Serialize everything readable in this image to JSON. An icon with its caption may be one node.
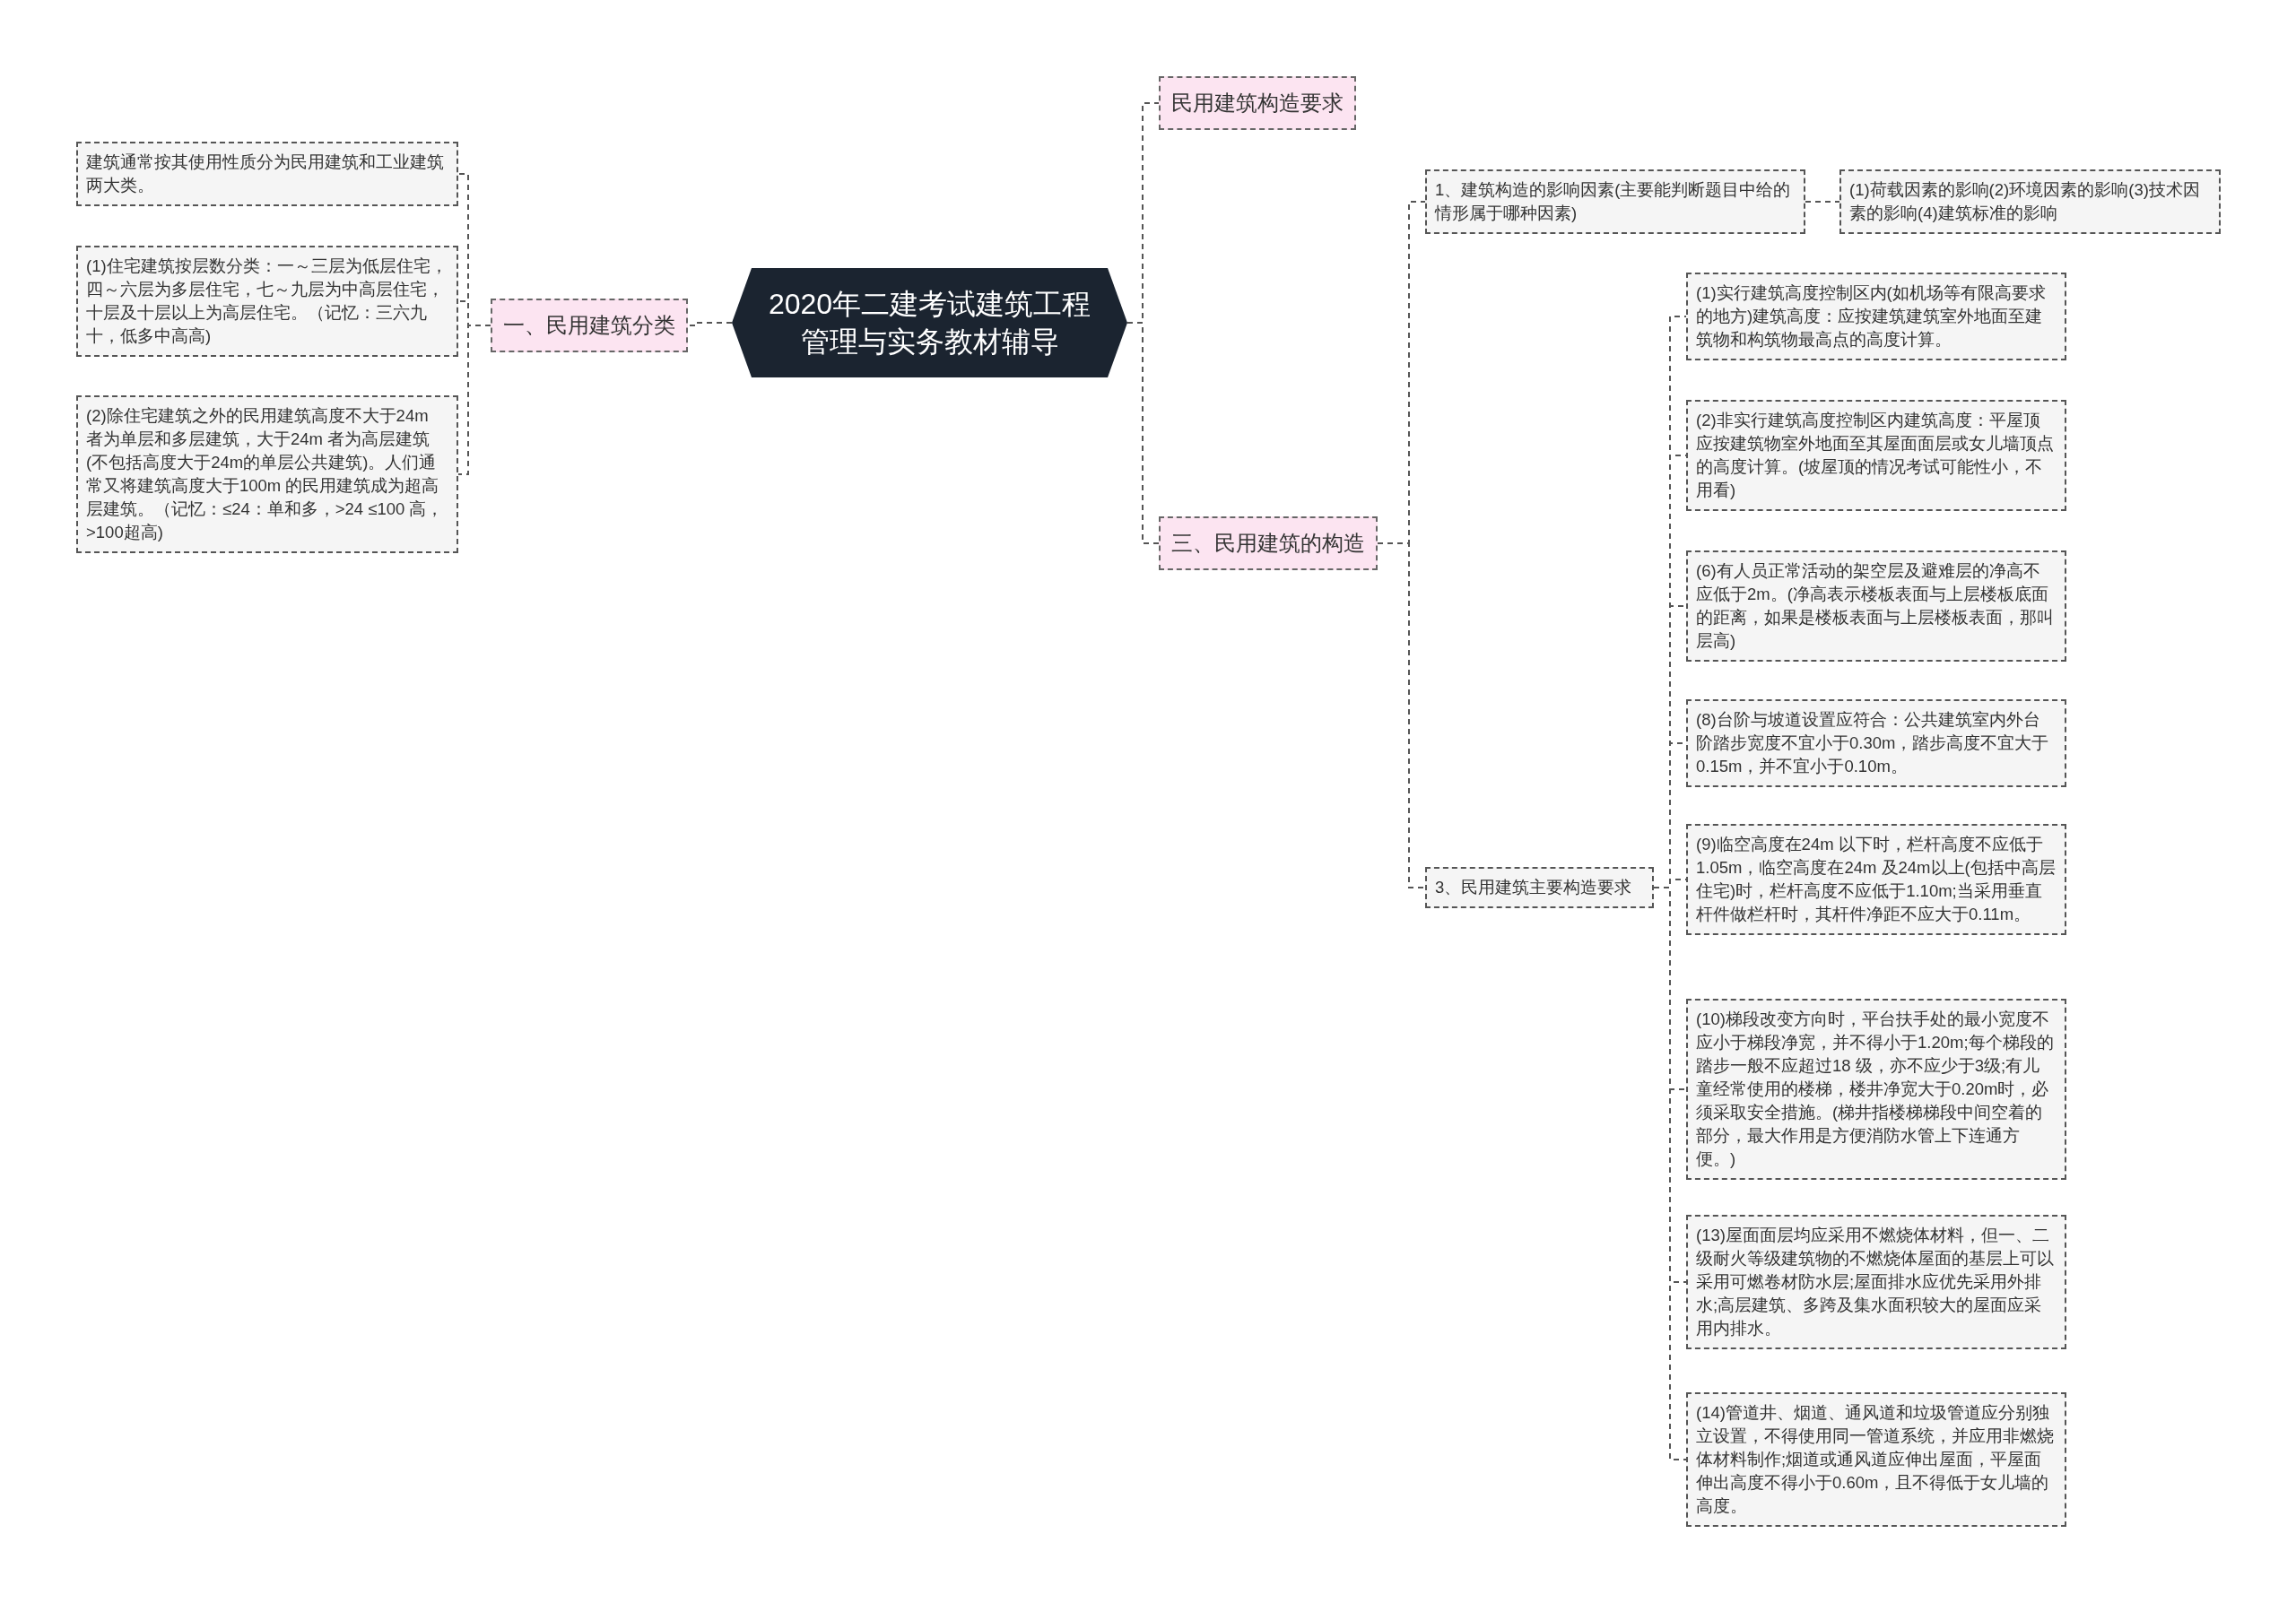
{
  "diagram": {
    "nodes": [
      {
        "text": [
          "2020年二建考试建筑工程管理与实务教材辅导"
        ]
      },
      {
        "text": [
          "一、民用建筑分类"
        ]
      },
      {
        "text": [
          "建筑通常按其使用性质分为民用建筑和工业建筑两大类。"
        ]
      },
      {
        "text": [
          "(1)住宅建筑按层数分类：一～三层为低层住宅，四～六层为多层住宅，七～九层为中高层住宅，十层及十层以上为高层住宅。（记忆：三六九十，低多中高高)"
        ]
      },
      {
        "text": [
          "(2)除住宅建筑之外的民用建筑高度不大于24m 者为单层和多层建筑，大于24m 者为高层建筑(不包括高度大于24m的单层公共建筑)。人们通常又将建筑高度大于100m 的民用建筑成为超高层建筑。（记忆：≤24：单和多，>24 ≤100 高，>100超高)"
        ]
      },
      {
        "text": [
          "民用建筑构造要求"
        ]
      },
      {
        "text": [
          "三、民用建筑的构造"
        ]
      },
      {
        "text": [
          "1、建筑构造的影响因素(主要能判断题目中给的情形属于哪种因素)"
        ]
      },
      {
        "text": [
          "(1)荷载因素的影响(2)环境因素的影响(3)技术因素的影响(4)建筑标准的影响"
        ]
      },
      {
        "text": [
          "3、民用建筑主要构造要求"
        ]
      },
      {
        "text": [
          "(1)实行建筑高度控制区内(如机场等有限高要求的地方)建筑高度：应按建筑建筑室外地面至建筑物和构筑物最高点的高度计算。"
        ]
      },
      {
        "text": [
          "(2)非实行建筑高度控制区内建筑高度：平屋顶应按建筑物室外地面至其屋面面层或女儿墙顶点的高度计算。(坡屋顶的情况考试可能性小，不用看)"
        ]
      },
      {
        "text": [
          "(6)有人员正常活动的架空层及避难层的净高不应低于2m。(净高表示楼板表面与上层楼板底面的距离，如果是楼板表面与上层楼板表面，那叫层高)"
        ]
      },
      {
        "text": [
          "(8)台阶与坡道设置应符合：公共建筑室内外台阶踏步宽度不宜小于0.30m，踏步高度不宜大于0.15m，并不宜小于0.10m。"
        ]
      },
      {
        "text": [
          "(9)临空高度在24m 以下时，栏杆高度不应低于1.05m，临空高度在24m 及24m以上(包括中高层住宅)时，栏杆高度不应低于1.10m;当采用垂直杆件做栏杆时，其杆件净距不应大于0.11m。"
        ]
      },
      {
        "text": [
          "(10)梯段改变方向时，平台扶手处的最小宽度不应小于梯段净宽，并不得小于1.20m;每个梯段的踏步一般不应超过18 级，亦不应少于3级;有儿童经常使用的楼梯，楼井净宽大于0.20m时，必须采取安全措施。(梯井指楼梯梯段中间空着的部分，最大作用是方便消防水管上下连通方便。)"
        ]
      },
      {
        "text": [
          "(13)屋面面层均应采用不燃烧体材料，但一、二级耐火等级建筑物的不燃烧体屋面的基层上可以采用可燃卷材防水层;屋面排水应优先采用外排水;高层建筑、多跨及集水面积较大的屋面应采用内排水。"
        ]
      },
      {
        "text": [
          "(14)管道井、烟道、通风道和垃圾管道应分别独立设置，不得使用同一管道系统，并应用非燃烧体材料制作;烟道或通风道应伸出屋面，平屋面伸出高度不得小于0.60m，且不得低于女儿墙的高度。"
        ]
      }
    ],
    "edges": [
      {
        "from": 0,
        "to": 1,
        "arrow": "none"
      },
      {
        "from": 1,
        "to": 2,
        "arrow": "none"
      },
      {
        "from": 1,
        "to": 3,
        "arrow": "none"
      },
      {
        "from": 1,
        "to": 4,
        "arrow": "none"
      },
      {
        "from": 0,
        "to": 5,
        "arrow": "none"
      },
      {
        "from": 0,
        "to": 6,
        "arrow": "none"
      },
      {
        "from": 6,
        "to": 7,
        "arrow": "none"
      },
      {
        "from": 7,
        "to": 8,
        "arrow": "none"
      },
      {
        "from": 6,
        "to": 9,
        "arrow": "none"
      },
      {
        "from": 9,
        "to": 10,
        "arrow": "none"
      },
      {
        "from": 9,
        "to": 11,
        "arrow": "none"
      },
      {
        "from": 9,
        "to": 12,
        "arrow": "none"
      },
      {
        "from": 9,
        "to": 13,
        "arrow": "none"
      },
      {
        "from": 9,
        "to": 14,
        "arrow": "none"
      },
      {
        "from": 9,
        "to": 15,
        "arrow": "none"
      },
      {
        "from": 9,
        "to": 16,
        "arrow": "none"
      },
      {
        "from": 9,
        "to": 17,
        "arrow": "none"
      }
    ]
  }
}
